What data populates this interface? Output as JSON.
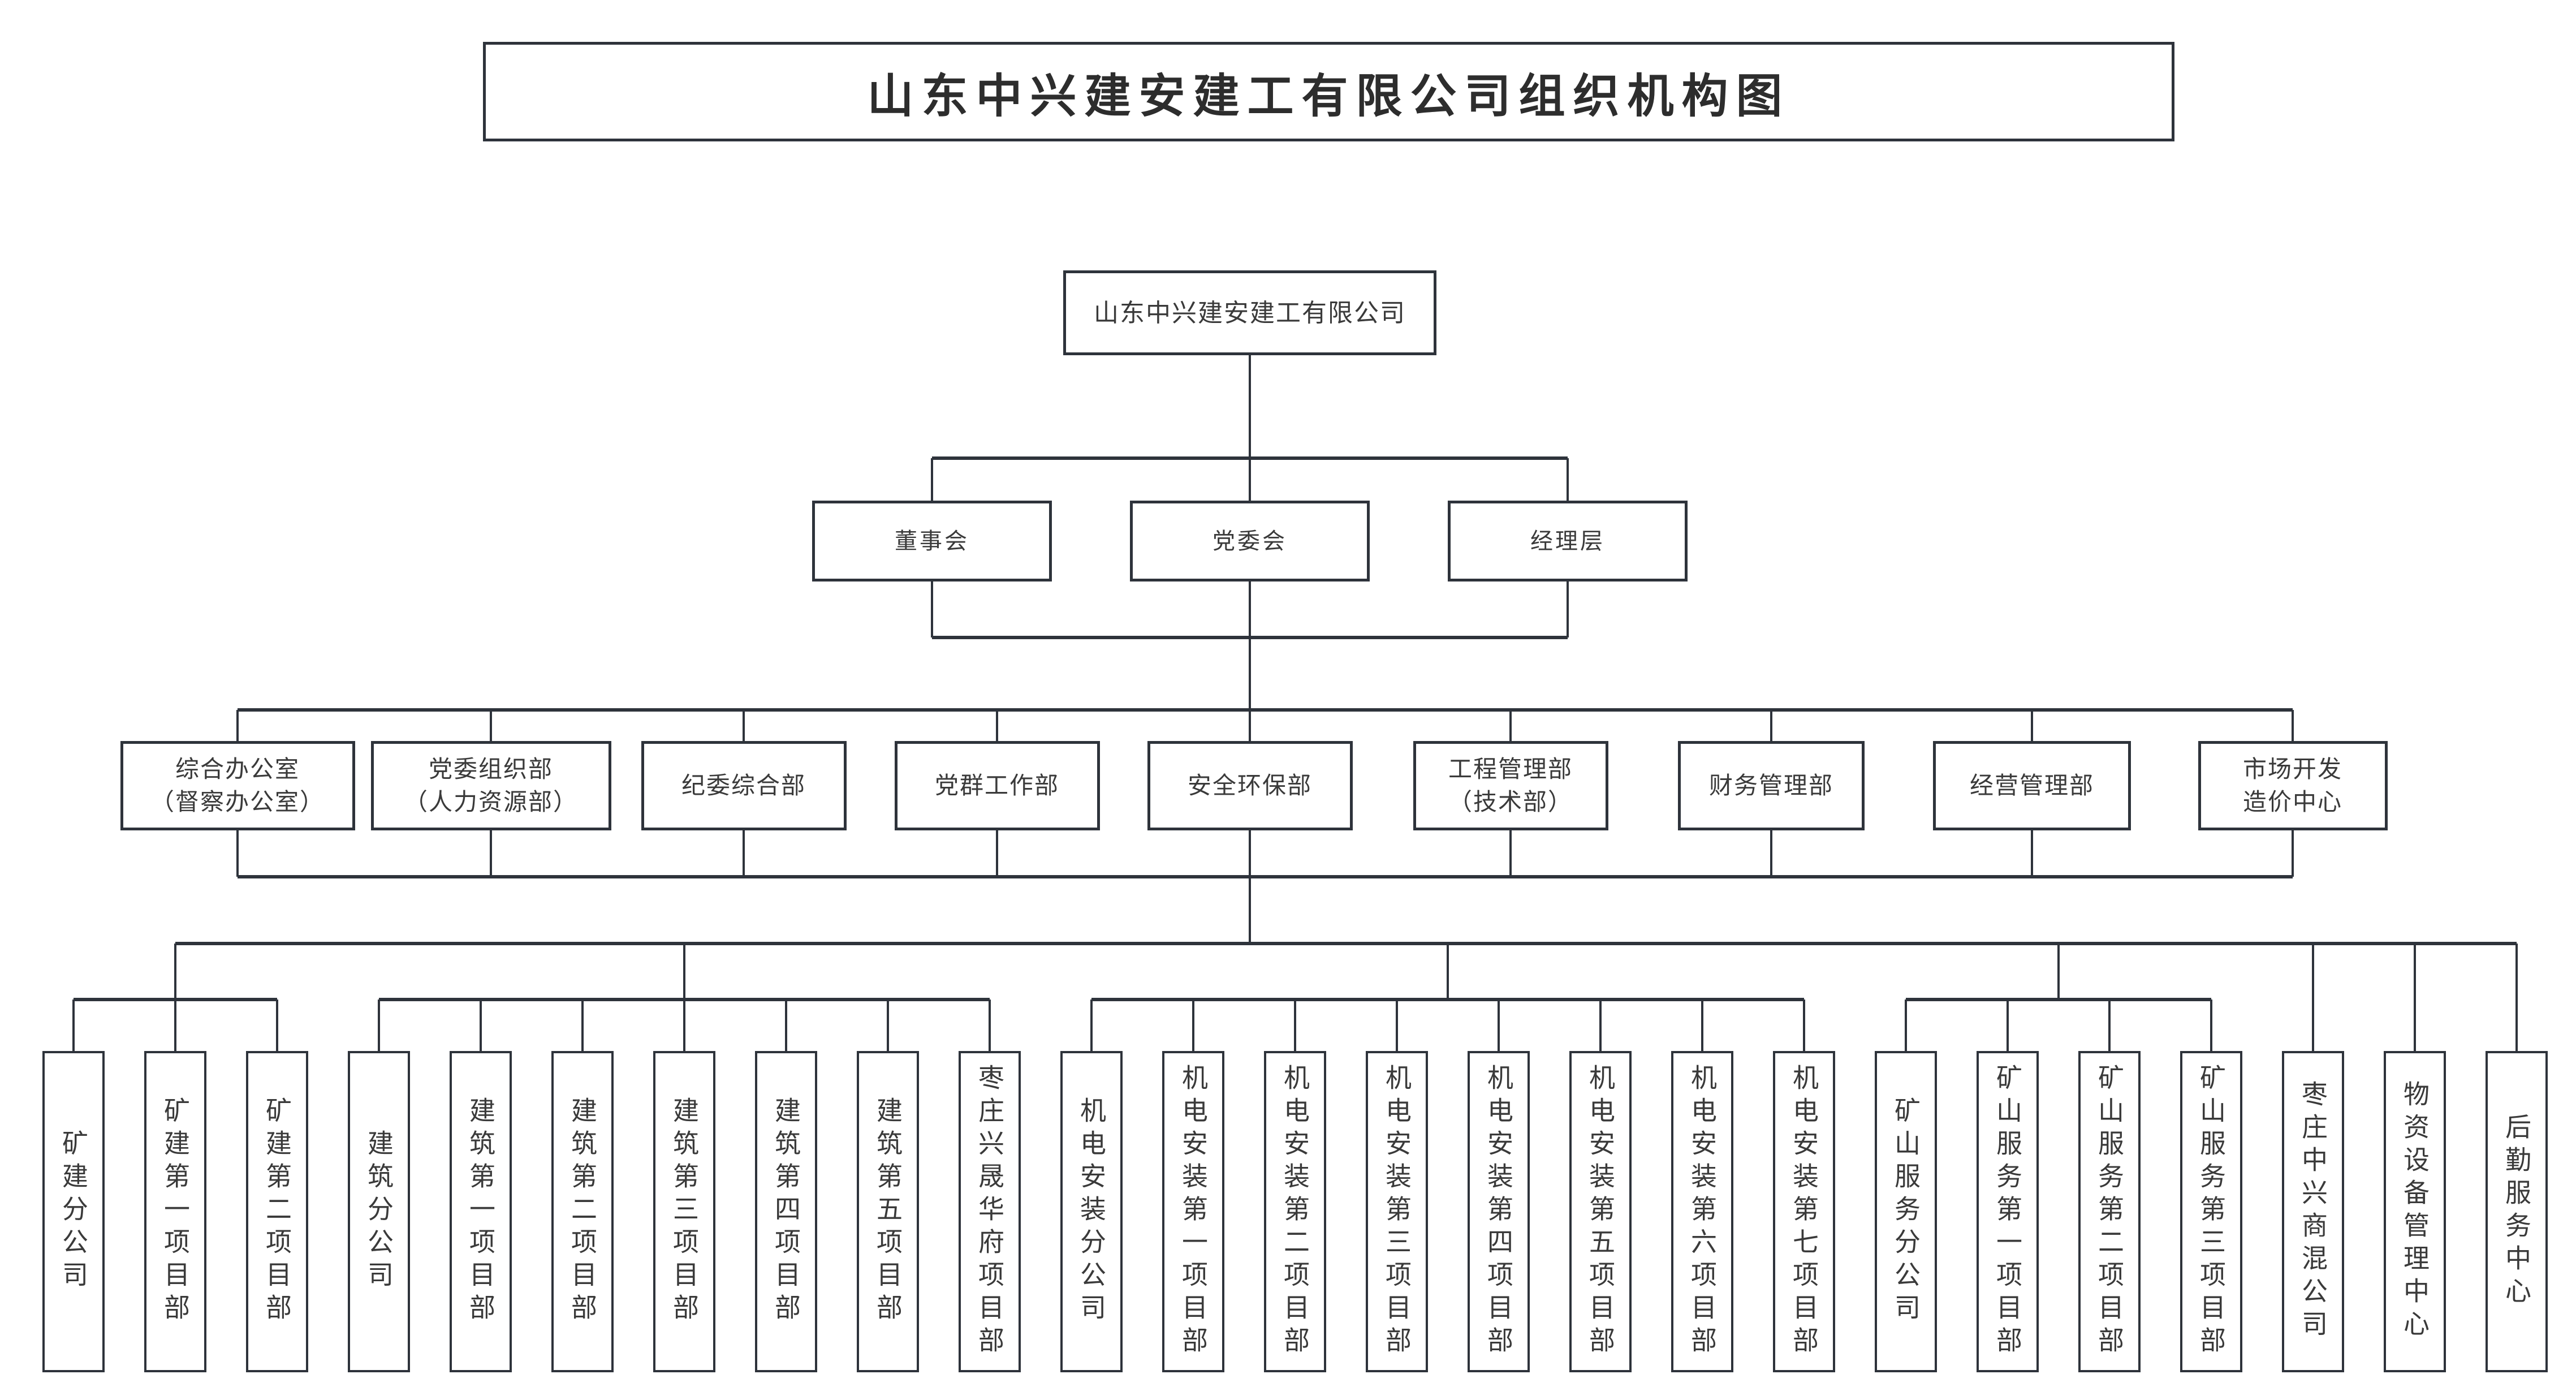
{
  "title": "山东中兴建安建工有限公司组织机构图",
  "company": {
    "name": "山东中兴建安建工有限公司"
  },
  "governance": [
    {
      "label": "董事会"
    },
    {
      "label": "党委会"
    },
    {
      "label": "经理层"
    }
  ],
  "departments": [
    {
      "lines": [
        "综合办公室",
        "（督察办公室）"
      ]
    },
    {
      "lines": [
        "党委组织部",
        "（人力资源部）"
      ]
    },
    {
      "lines": [
        "纪委综合部"
      ]
    },
    {
      "lines": [
        "党群工作部"
      ]
    },
    {
      "lines": [
        "安全环保部"
      ]
    },
    {
      "lines": [
        "工程管理部",
        "（技术部）"
      ]
    },
    {
      "lines": [
        "财务管理部"
      ]
    },
    {
      "lines": [
        "经营管理部"
      ]
    },
    {
      "lines": [
        "市场开发",
        "造价中心"
      ]
    }
  ],
  "subsidiary_groups": [
    {
      "members": [
        "矿建分公司",
        "矿建第一项目部",
        "矿建第二项目部"
      ]
    },
    {
      "members": [
        "建筑分公司",
        "建筑第一项目部",
        "建筑第二项目部",
        "建筑第三项目部",
        "建筑第四项目部",
        "建筑第五项目部",
        "枣庄兴晟华府项目部"
      ]
    },
    {
      "members": [
        "机电安装分公司",
        "机电安装第一项目部",
        "机电安装第二项目部",
        "机电安装第三项目部",
        "机电安装第四项目部",
        "机电安装第五项目部",
        "机电安装第六项目部",
        "机电安装第七项目部"
      ]
    },
    {
      "members": [
        "矿山服务分公司",
        "矿山服务第一项目部",
        "矿山服务第二项目部",
        "矿山服务第三项目部"
      ]
    },
    {
      "members": [
        "枣庄中兴商混公司"
      ]
    },
    {
      "members": [
        "物资设备管理中心"
      ]
    },
    {
      "members": [
        "后勤服务中心"
      ]
    }
  ],
  "colors": {
    "line": "#2e333b",
    "text": "#3a3a3a",
    "background": "#ffffff"
  }
}
